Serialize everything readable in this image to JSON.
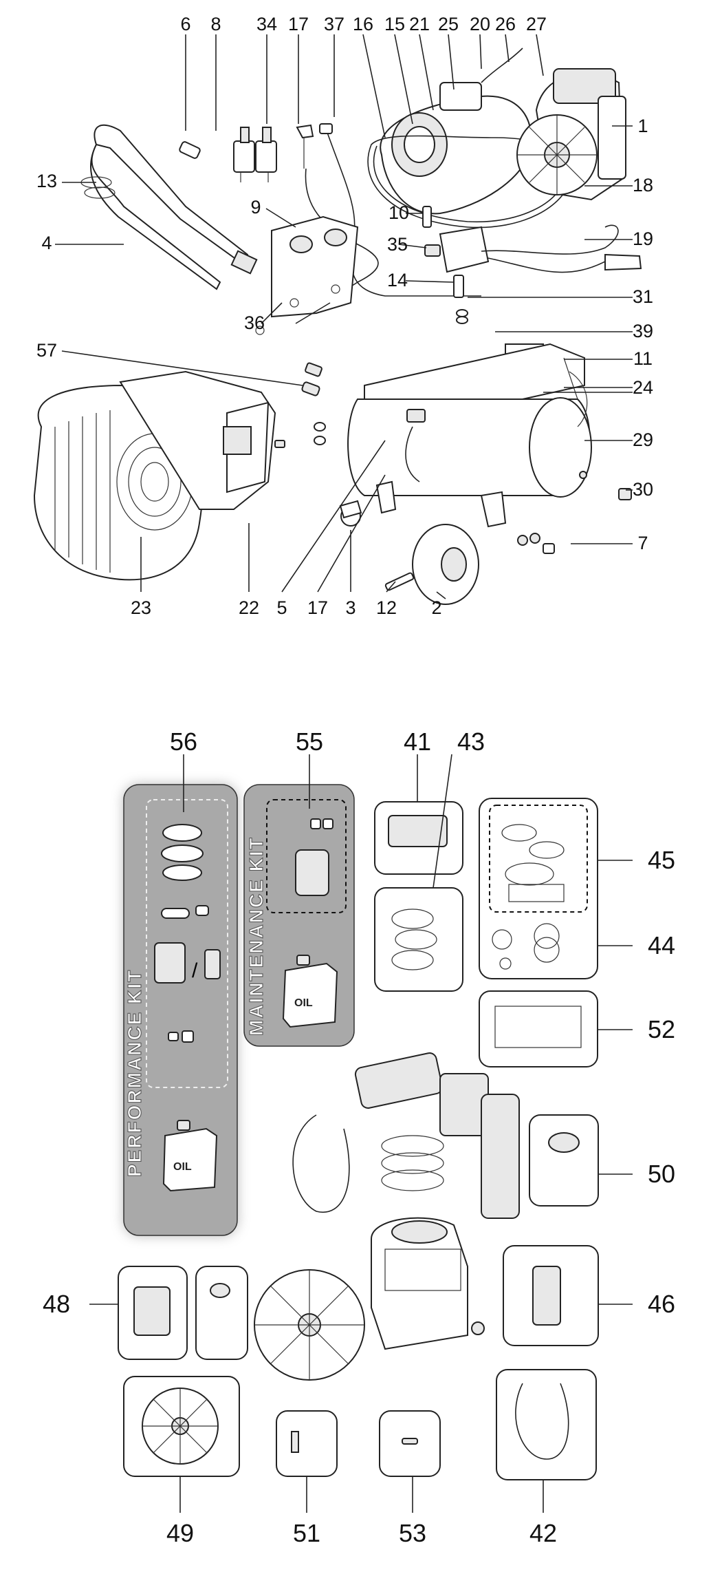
{
  "top_callouts": [
    "6",
    "8",
    "34",
    "17",
    "37",
    "16",
    "15",
    "21",
    "25",
    "20",
    "26",
    "27",
    "1",
    "13",
    "4",
    "9",
    "18",
    "10",
    "35",
    "19",
    "14",
    "31",
    "39",
    "57",
    "11",
    "24",
    "36",
    "29",
    "30",
    "7",
    "23",
    "22",
    "5",
    "17",
    "3",
    "12",
    "2"
  ],
  "bottom_callouts": [
    "56",
    "55",
    "41",
    "43",
    "45",
    "44",
    "52",
    "50",
    "48",
    "46",
    "49",
    "51",
    "53",
    "42"
  ],
  "kits": {
    "performance": "PERFORMANCE KIT",
    "maintenance": "MAINTENANCE KIT"
  },
  "oil_label": "OIL",
  "slash": "/"
}
